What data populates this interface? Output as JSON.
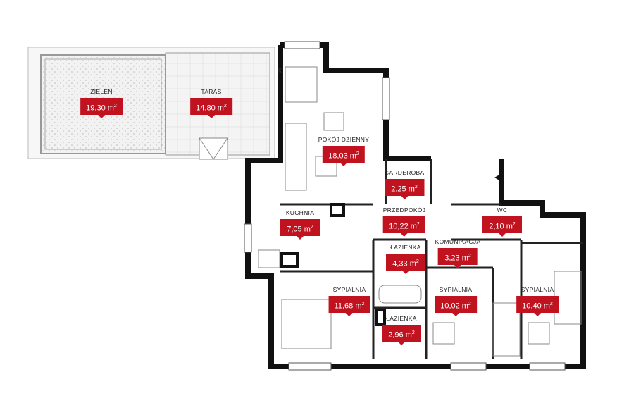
{
  "plan": {
    "accent_color": "#c1121f",
    "unit": "m",
    "unit_exp": "2",
    "marker": "X",
    "rooms": [
      {
        "name": "ZIELEŃ",
        "area": "19,30"
      },
      {
        "name": "TARAS",
        "area": "14,80"
      },
      {
        "name": "POKÓJ DZIENNY",
        "area": "18,03"
      },
      {
        "name": "GARDEROBA",
        "area": "2,25"
      },
      {
        "name": "KUCHNIA",
        "area": "7,05"
      },
      {
        "name": "PRZEDPOKÓJ",
        "area": "10,22"
      },
      {
        "name": "WC",
        "area": "2,10"
      },
      {
        "name": "ŁAZIENKA",
        "area": "4,33"
      },
      {
        "name": "KOMUNIKACJA",
        "area": "3,23"
      },
      {
        "name": "SYPIALNIA",
        "area": "11,68"
      },
      {
        "name": "SYPIALNIA",
        "area": "10,02"
      },
      {
        "name": "SYPIALNIA",
        "area": "10,40"
      },
      {
        "name": "ŁAZIENKA",
        "area": "2,96"
      }
    ]
  }
}
